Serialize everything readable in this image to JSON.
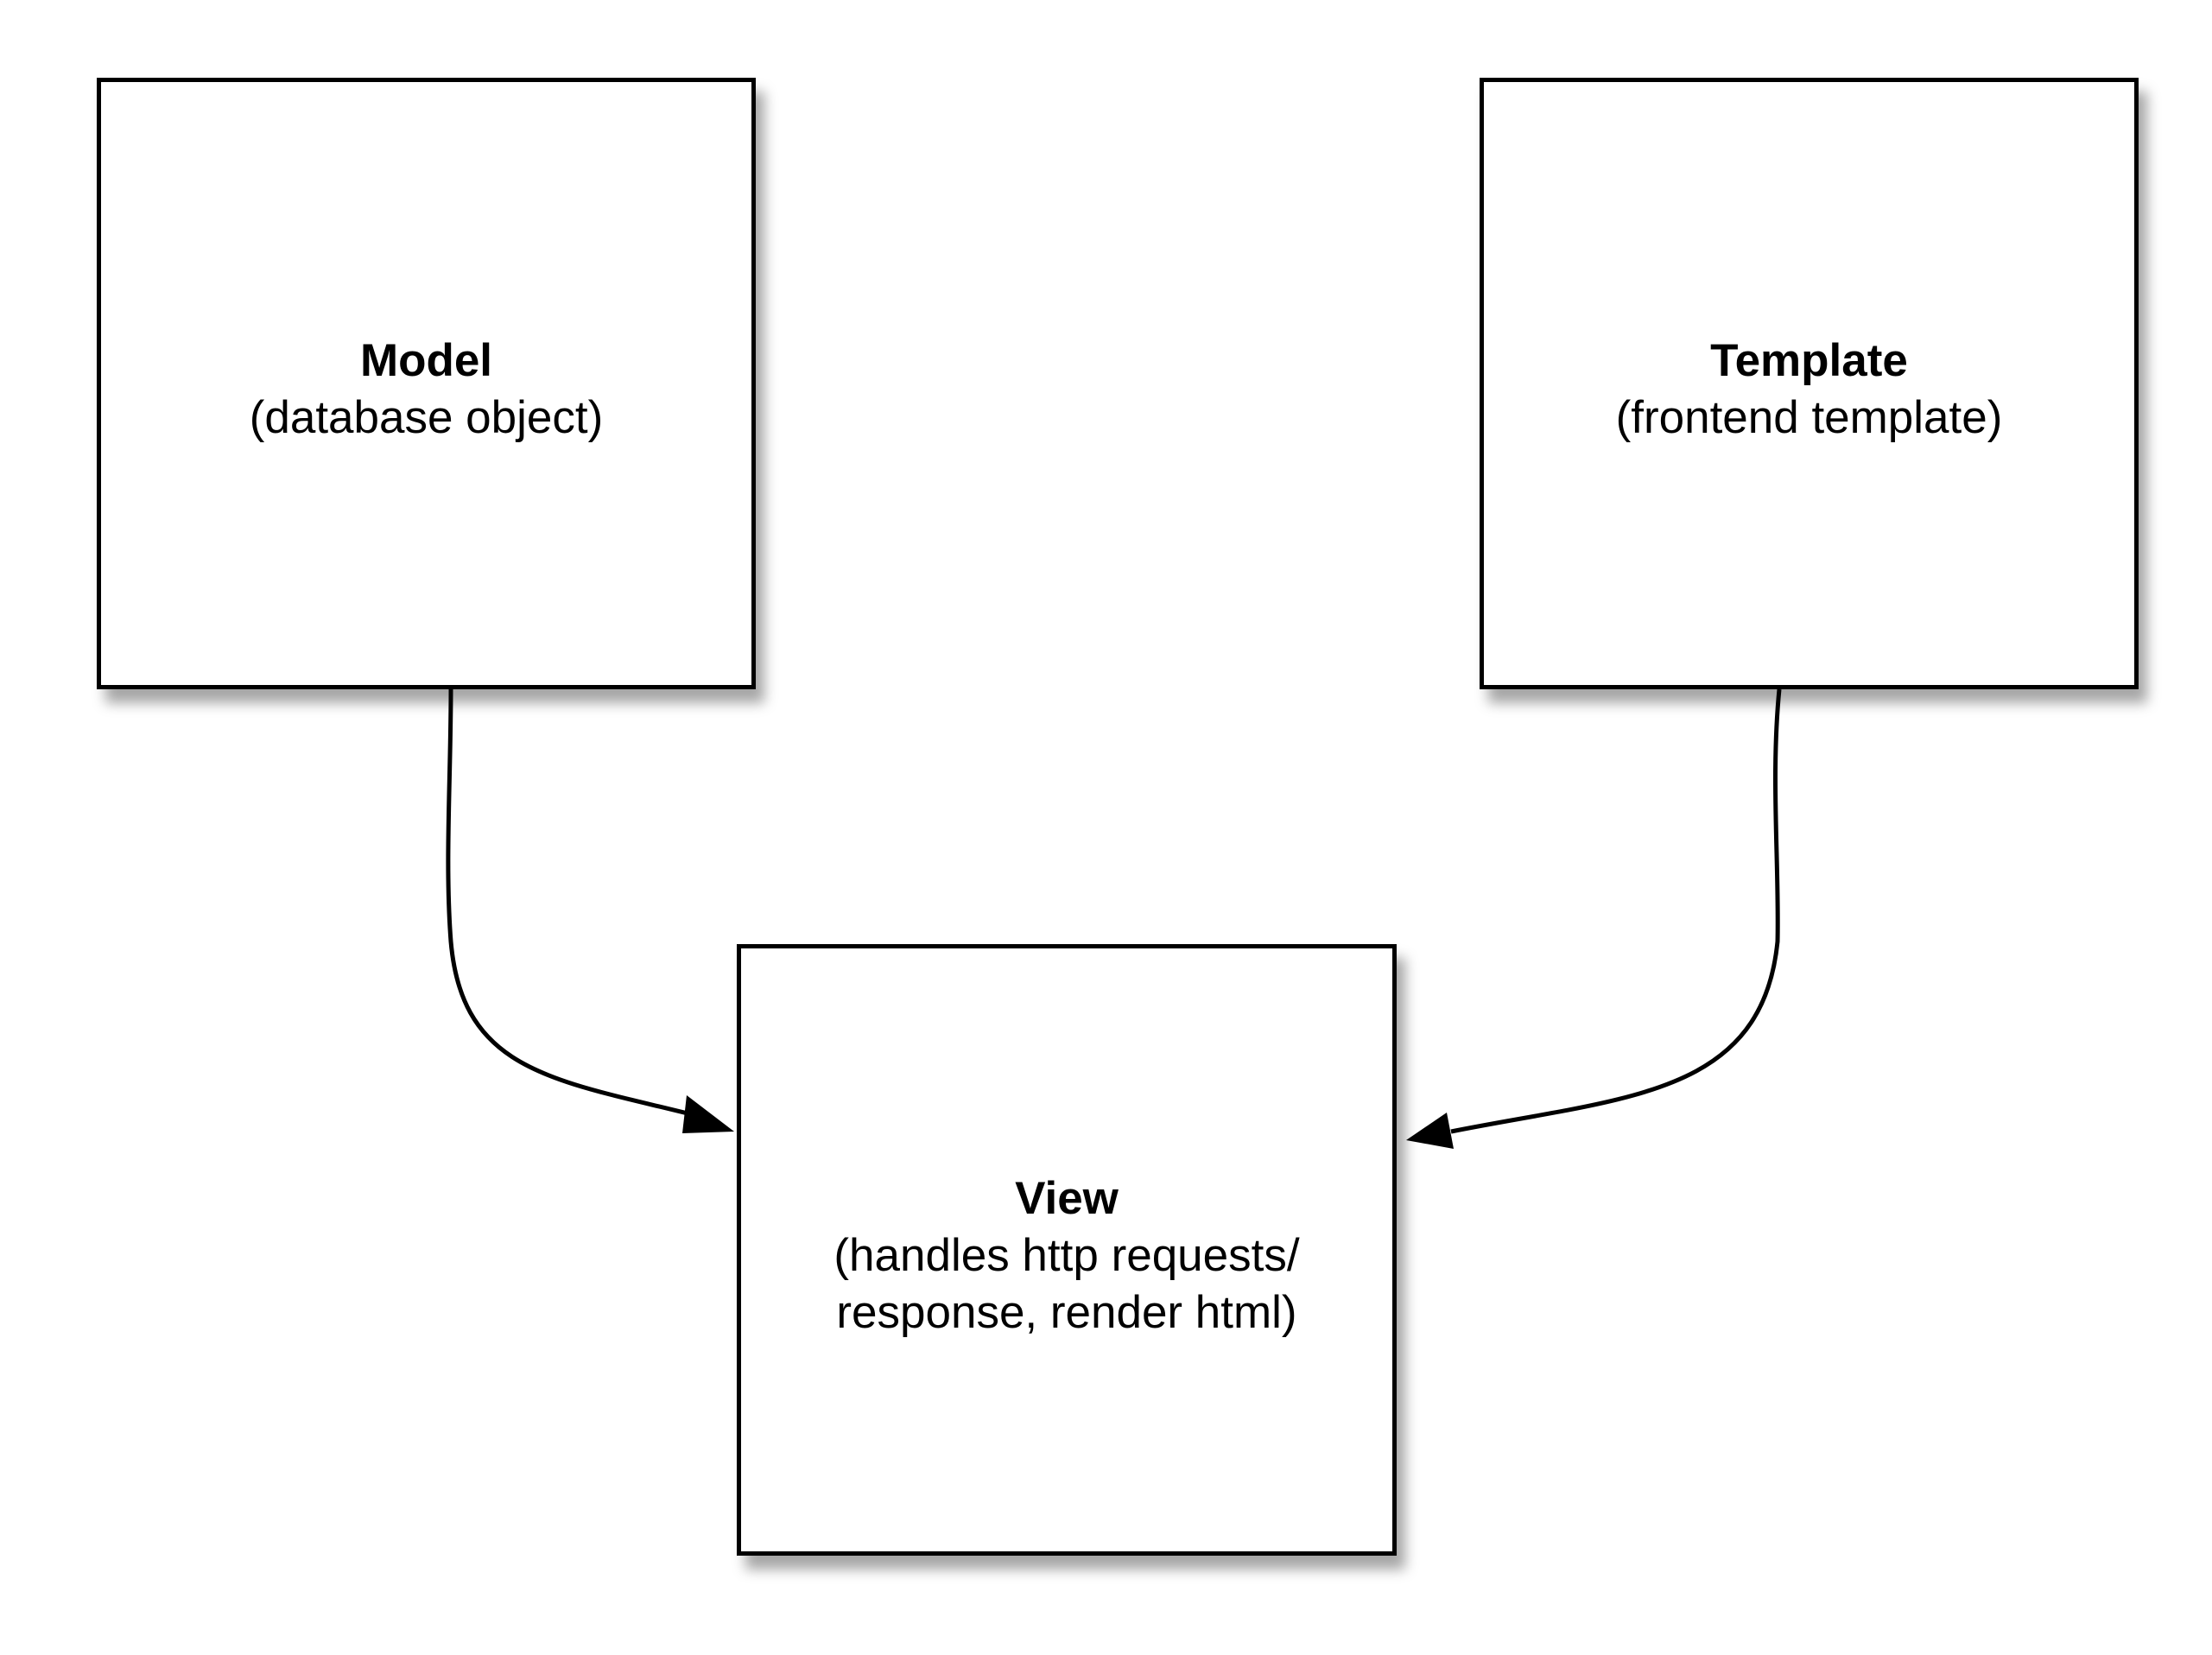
{
  "diagram": {
    "nodes": [
      {
        "id": "model",
        "title": "Model",
        "description": "(database object)"
      },
      {
        "id": "template",
        "title": "Template",
        "description": "(frontend template)"
      },
      {
        "id": "view",
        "title": "View",
        "description": "(handles http requests/\nresponse, render html)"
      }
    ],
    "edges": [
      {
        "from": "model",
        "to": "view"
      },
      {
        "from": "template",
        "to": "view"
      }
    ],
    "colors": {
      "stroke": "#000000",
      "fill": "#ffffff",
      "shadow": "#000000"
    }
  }
}
